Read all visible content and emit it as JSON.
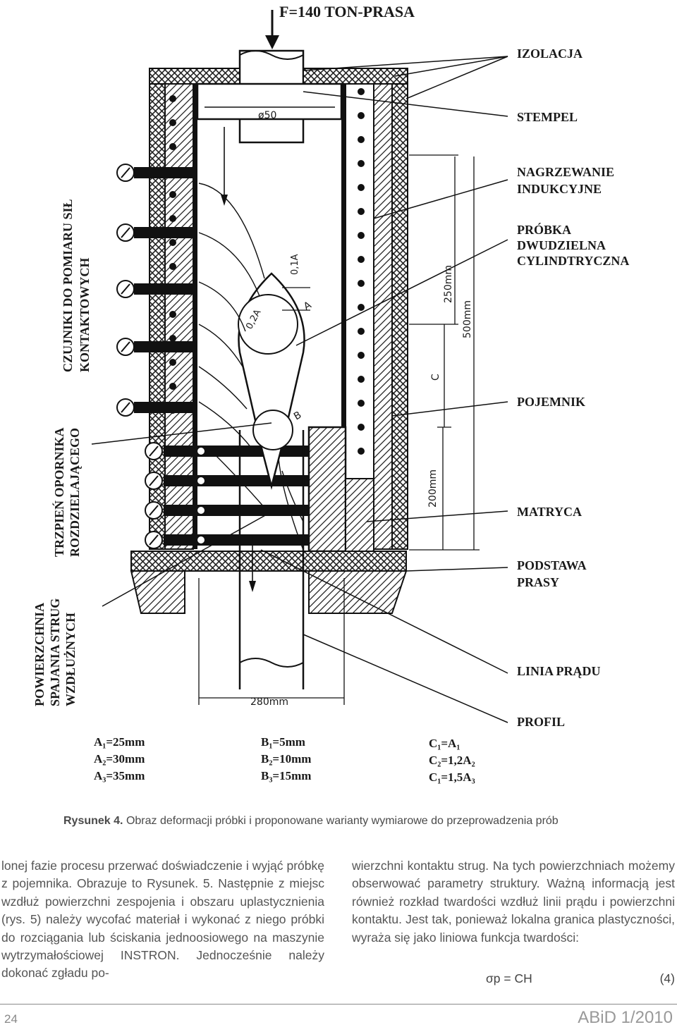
{
  "figure": {
    "force_label": "F=140 TON-PRASA",
    "labels": {
      "izolacja": "IZOLACJA",
      "stempel": "STEMPEL",
      "nagrzewanie_1": "NAGRZEWANIE",
      "nagrzewanie_2": "INDUKCYJNE",
      "probka_1": "PRÓBKA",
      "probka_2": "DWUDZIELNA",
      "probka_3": "CYLINDTRYCZNA",
      "pojemnik": "POJEMNIK",
      "matryca": "MATRYCA",
      "podstawa_1": "PODSTAWA",
      "podstawa_2": "PRASY",
      "linia": "LINIA PRĄDU",
      "profil": "PROFIL",
      "czujniki_1": "CZUJNIKI DO POMIARU SIŁ",
      "czujniki_2": "KONTAKTOWYCH",
      "trzpien_1": "TRZPIEŃ OPORNIKA",
      "trzpien_2": "ROZDZIELAJĄCEGO",
      "powierzchnia_1": "POWIERZCHNIA",
      "powierzchnia_2": "SPAJANIA STRUG",
      "powierzchnia_3": "WZDŁUŻNYCH"
    },
    "dims": {
      "d50": "ø50",
      "d01a": "0,1A",
      "d02a": "0,2A",
      "a": "A",
      "b": "B",
      "c": "C",
      "d250": "250mm",
      "d500": "500mm",
      "d200": "200mm",
      "d280": "280mm"
    },
    "variants": {
      "a1": "A₁=25mm",
      "a2": "A₂=30mm",
      "a3": "A₃=35mm",
      "b1": "B₁=5mm",
      "b2": "B₂=10mm",
      "b3": "B₃=15mm",
      "c1": "C₁=A₁",
      "c2": "C₂=1,2A₂",
      "c3": "C₁=1,5A₃"
    }
  },
  "caption": {
    "label": "Rysunek 4.",
    "text": "Obraz deformacji próbki i proponowane warianty wymiarowe do przeprowadzenia prób"
  },
  "body": {
    "left": "lonej fazie procesu przerwać doświadczenie i wyjąć próbkę z pojemnika. Obrazuje to Rysunek. 5. Następnie z miejsc wzdłuż powierzchni zespojenia i obszaru uplastycznienia (rys. 5) należy wycofać materiał i wykonać z niego próbki do rozciągania lub ściskania jednoosiowego na maszynie wytrzymałościowej INSTRON. Jednocześnie należy dokonać zgładu po-",
    "right": "wierzchni kontaktu strug. Na tych powierzchniach możemy obserwować parametry struktury. Ważną informacją jest również rozkład twardości wzdłuż linii prądu i powierzchni kontaktu. Jest tak, ponieważ lokalna granica plastyczności, wyraża się jako liniowa funkcja twardości:",
    "formula": "σp = CH",
    "formula_number": "(4)"
  },
  "footer": {
    "page": "24",
    "journal": "ABiD 1/2010"
  }
}
